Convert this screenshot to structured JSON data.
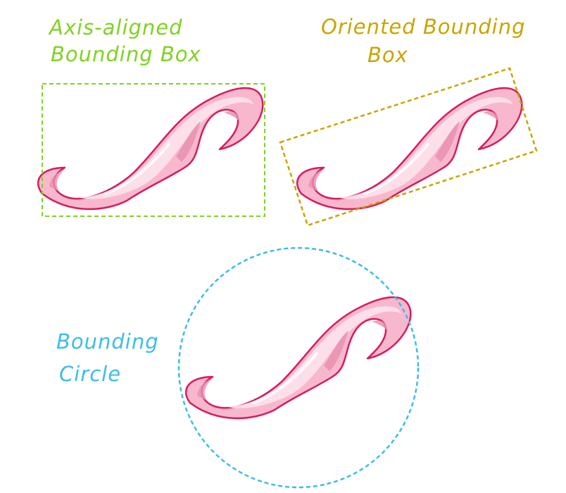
{
  "colors": {
    "aabb": "#7ed321",
    "obb": "#c9a400",
    "circle": "#3cbde8",
    "shape_fill": "#f7b8cd",
    "shape_highlight": "#fde3ec",
    "shape_shadow": "#e98fb0",
    "shape_outline": "#d81b5e"
  },
  "labels": {
    "aabb_line1": "Axis-aligned",
    "aabb_line2": "Bounding Box",
    "obb_line1": "Oriented Bounding",
    "obb_line2": "Box",
    "circle_line1": "Bounding",
    "circle_line2": "Circle"
  },
  "shape_icon": "swirl-curve"
}
